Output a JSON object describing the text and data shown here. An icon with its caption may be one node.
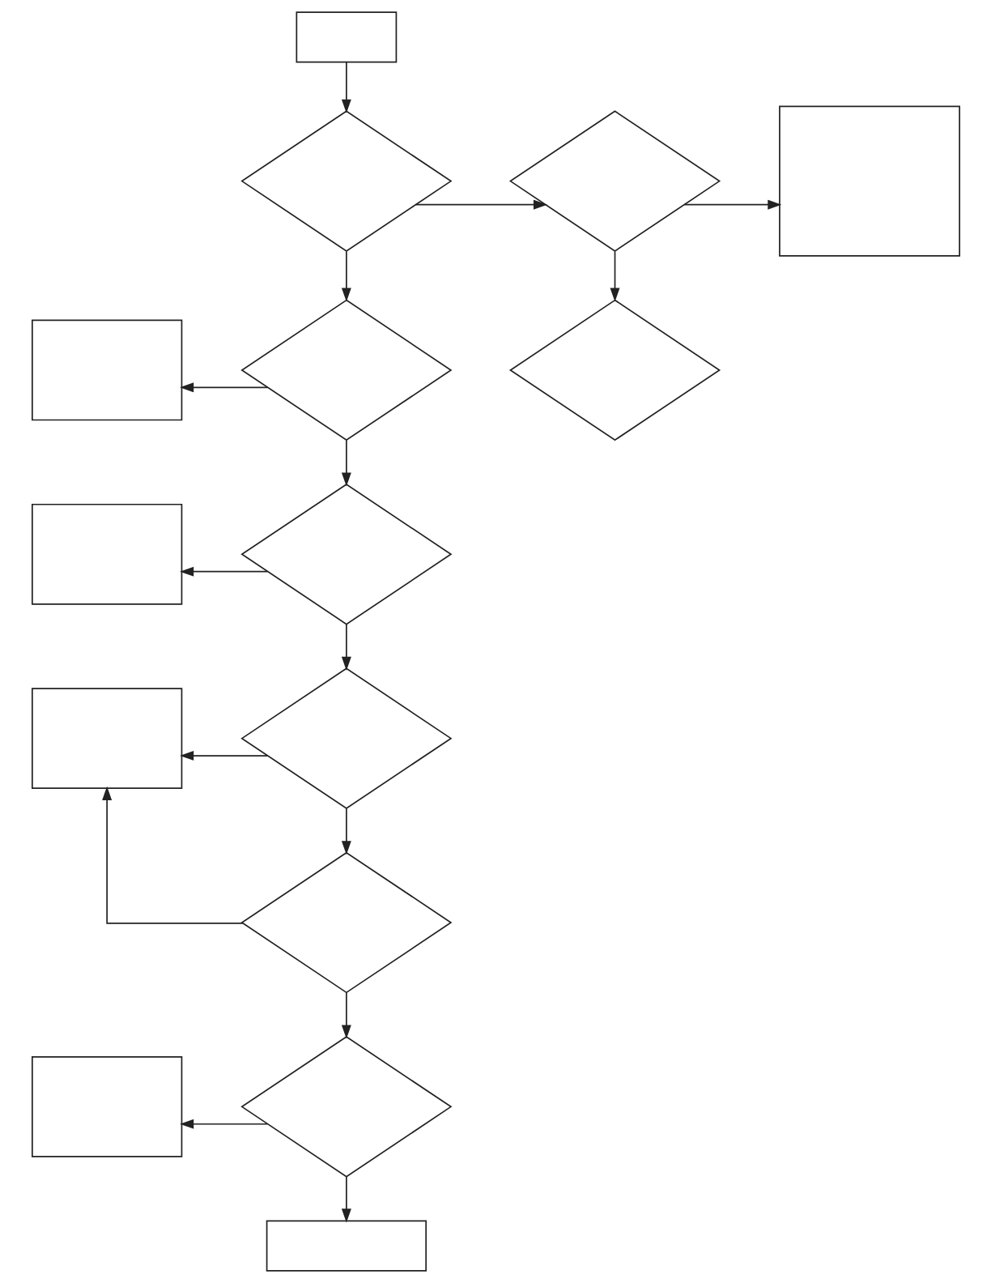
{
  "diagram": {
    "nodes": [
      {
        "text": [],
        "shape": "box"
      },
      {
        "text": [],
        "shape": "diamond"
      },
      {
        "text": [],
        "shape": "diamond"
      },
      {
        "text": [],
        "shape": "box"
      },
      {
        "text": [],
        "shape": "box"
      },
      {
        "text": [],
        "shape": "diamond"
      },
      {
        "text": [],
        "shape": "diamond"
      },
      {
        "text": [],
        "shape": "box"
      },
      {
        "text": [],
        "shape": "diamond"
      },
      {
        "text": [],
        "shape": "box"
      },
      {
        "text": [],
        "shape": "diamond"
      },
      {
        "text": [],
        "shape": "diamond"
      },
      {
        "text": [],
        "shape": "box"
      },
      {
        "text": [],
        "shape": "diamond"
      },
      {
        "text": [],
        "shape": "box"
      }
    ],
    "edges": [
      {
        "from": 0,
        "to": 1,
        "arrow": "to"
      },
      {
        "from": 1,
        "to": 2,
        "arrow": "to"
      },
      {
        "from": 2,
        "to": 3,
        "arrow": "to"
      },
      {
        "from": 1,
        "to": 5,
        "arrow": "to"
      },
      {
        "from": 2,
        "to": 6,
        "arrow": "to"
      },
      {
        "from": 5,
        "to": 4,
        "arrow": "to"
      },
      {
        "from": 5,
        "to": 8,
        "arrow": "to"
      },
      {
        "from": 8,
        "to": 7,
        "arrow": "to"
      },
      {
        "from": 8,
        "to": 10,
        "arrow": "to"
      },
      {
        "from": 10,
        "to": 9,
        "arrow": "to"
      },
      {
        "from": 10,
        "to": 11,
        "arrow": "to"
      },
      {
        "from": 11,
        "to": 9,
        "arrow": "to"
      },
      {
        "from": 11,
        "to": 13,
        "arrow": "to"
      },
      {
        "from": 13,
        "to": 12,
        "arrow": "to"
      },
      {
        "from": 13,
        "to": 14,
        "arrow": "to"
      }
    ]
  }
}
